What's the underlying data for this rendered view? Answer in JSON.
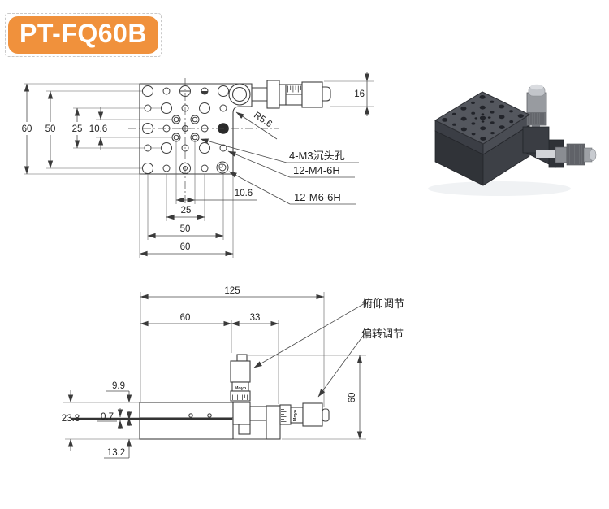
{
  "badge": {
    "label": "PT-FQ60B",
    "accent_color": "#F0913C"
  },
  "top_view": {
    "dim_h60": "60",
    "dim_h50": "50",
    "dim_h25": "25",
    "dim_h106": "10.6",
    "dim_b106": "10.6",
    "dim_b25": "25",
    "dim_b50": "50",
    "dim_b60": "60",
    "dim_16": "16",
    "fillet": "R5.6",
    "callout_m3": "4-M3沉头孔",
    "callout_m4": "12-M4-6H",
    "callout_m6": "12-M6-6H"
  },
  "side_view": {
    "dim_125": "125",
    "dim_60": "60",
    "dim_33": "33",
    "dim_99": "9.9",
    "dim_238": "23.8",
    "dim_07": "0.7",
    "dim_132": "13.2",
    "dim_r60": "60",
    "pitch": "俯仰调节",
    "yaw": "偏转调节",
    "brand": "Moyo"
  }
}
